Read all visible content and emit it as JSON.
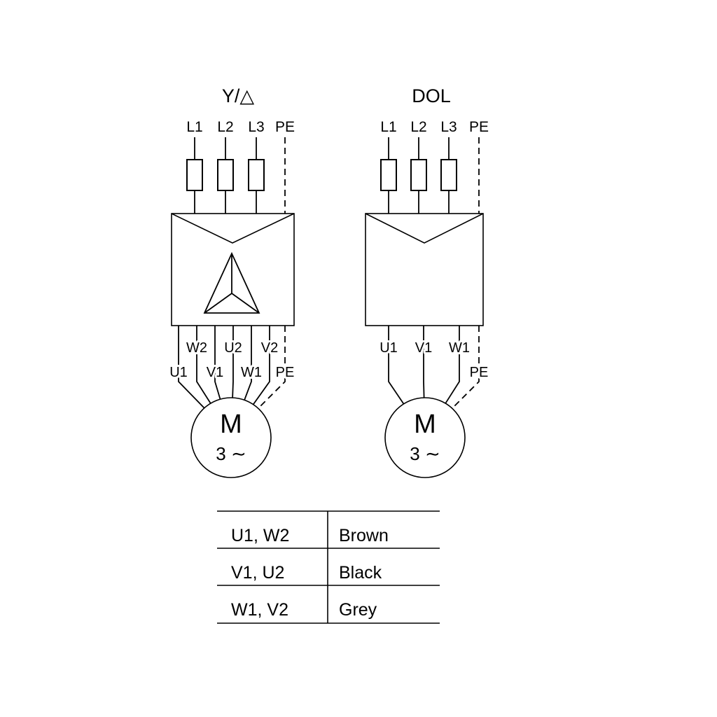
{
  "left": {
    "title": "Y/△",
    "inputs": [
      "L1",
      "L2",
      "L3",
      "PE"
    ],
    "terminals_row1": [
      "W2",
      "U2",
      "V2"
    ],
    "terminals_row2": [
      "U1",
      "V1",
      "W1"
    ],
    "pe_label": "PE",
    "motor": {
      "symbol": "M",
      "phases": "3 ∼"
    }
  },
  "right": {
    "title": "DOL",
    "inputs": [
      "L1",
      "L2",
      "L3",
      "PE"
    ],
    "terminals": [
      "U1",
      "V1",
      "W1"
    ],
    "pe_label": "PE",
    "motor": {
      "symbol": "M",
      "phases": "3 ∼"
    }
  },
  "table": {
    "rows": [
      {
        "terminals": "U1, W2",
        "color": "Brown"
      },
      {
        "terminals": "V1, U2",
        "color": "Black"
      },
      {
        "terminals": "W1, V2",
        "color": "Grey"
      }
    ]
  },
  "colors": {
    "line": "#000000",
    "background": "#ffffff"
  }
}
